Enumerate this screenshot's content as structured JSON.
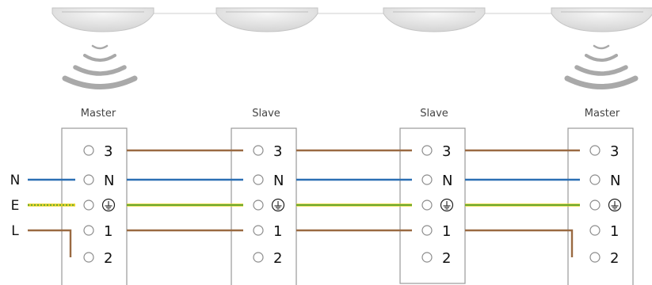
{
  "diagram": {
    "sensors": [
      {
        "label": "Master",
        "signal": true
      },
      {
        "label": "Slave",
        "signal": false
      },
      {
        "label": "Slave",
        "signal": false
      },
      {
        "label": "Master",
        "signal": true
      }
    ],
    "terminal_labels": [
      "3",
      "N",
      "⏚",
      "1",
      "2"
    ],
    "supply_labels": [
      "N",
      "E",
      "L"
    ],
    "colors": {
      "brown": "#9a6a42",
      "blue": "#2b6fb4",
      "yellow": "#e8d21e",
      "green": "#3f9a3a",
      "sensor": "#e6e6e6",
      "box_stroke": "#9a9a9a"
    }
  }
}
